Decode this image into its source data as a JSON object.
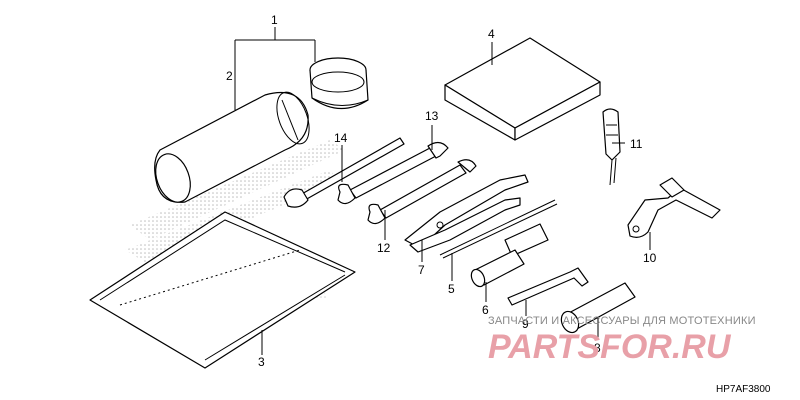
{
  "diagram": {
    "callouts": [
      "1",
      "2",
      "3",
      "4",
      "5",
      "6",
      "7",
      "8",
      "9",
      "10",
      "11",
      "12",
      "13",
      "14"
    ],
    "drawing_code": "HP7AF3800"
  },
  "watermark": {
    "caption": "ЗАПЧАСТИ И АКСЕССУАРЫ ДЛЯ МОТОТЕХНИКИ",
    "logo": "PARTSFOR.RU"
  },
  "colors": {
    "line": "#000000",
    "watermark_logo": "#e8a0a8",
    "watermark_text": "#888888",
    "hatch": "#c8c8c8"
  }
}
